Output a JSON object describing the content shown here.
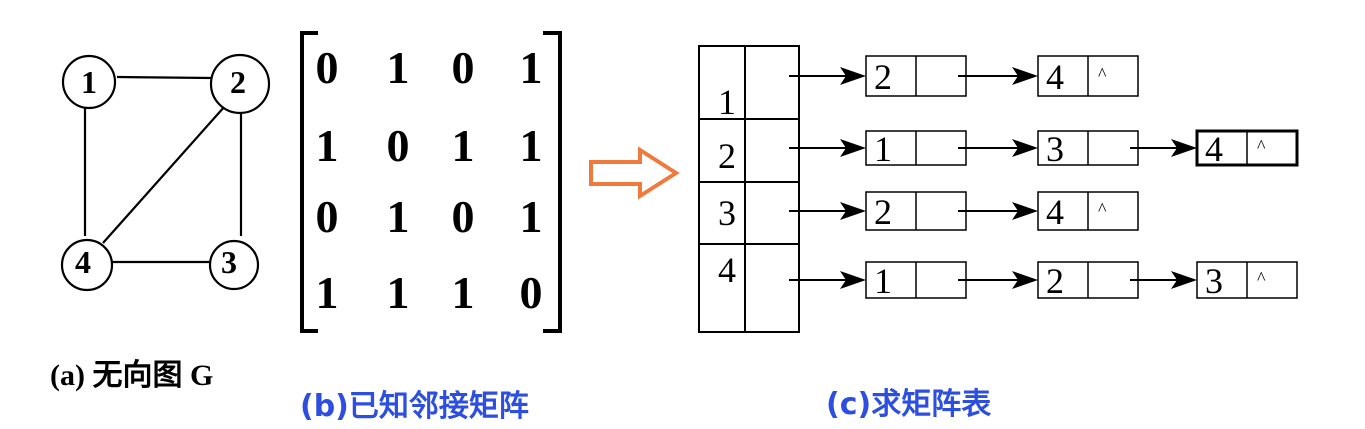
{
  "graph": {
    "nodes": [
      {
        "id": "1",
        "label": "1"
      },
      {
        "id": "2",
        "label": "2"
      },
      {
        "id": "3",
        "label": "3"
      },
      {
        "id": "4",
        "label": "4"
      }
    ],
    "edges": [
      [
        "1",
        "2"
      ],
      [
        "1",
        "4"
      ],
      [
        "2",
        "4"
      ],
      [
        "2",
        "3"
      ],
      [
        "4",
        "3"
      ]
    ],
    "caption": "(a) 无向图 G"
  },
  "matrix": {
    "rows": [
      [
        "0",
        "1",
        "0",
        "1"
      ],
      [
        "1",
        "0",
        "1",
        "1"
      ],
      [
        "0",
        "1",
        "0",
        "1"
      ],
      [
        "1",
        "1",
        "1",
        "0"
      ]
    ],
    "caption": "(b)已知邻接矩阵"
  },
  "arrow": {
    "color": "#f07a3c"
  },
  "adjacency_list": {
    "vertices": [
      "1",
      "2",
      "3",
      "4"
    ],
    "lists": [
      [
        {
          "value": "2"
        },
        {
          "value": "4",
          "null": "^"
        }
      ],
      [
        {
          "value": "1"
        },
        {
          "value": "3"
        },
        {
          "value": "4",
          "null": "^"
        }
      ],
      [
        {
          "value": "2"
        },
        {
          "value": "4",
          "null": "^"
        }
      ],
      [
        {
          "value": "1"
        },
        {
          "value": "2"
        },
        {
          "value": "3",
          "null": "^"
        }
      ]
    ],
    "caption": "(c)求矩阵表"
  },
  "colors": {
    "caption_blue": "#2d4fe0",
    "ink": "#000000"
  }
}
